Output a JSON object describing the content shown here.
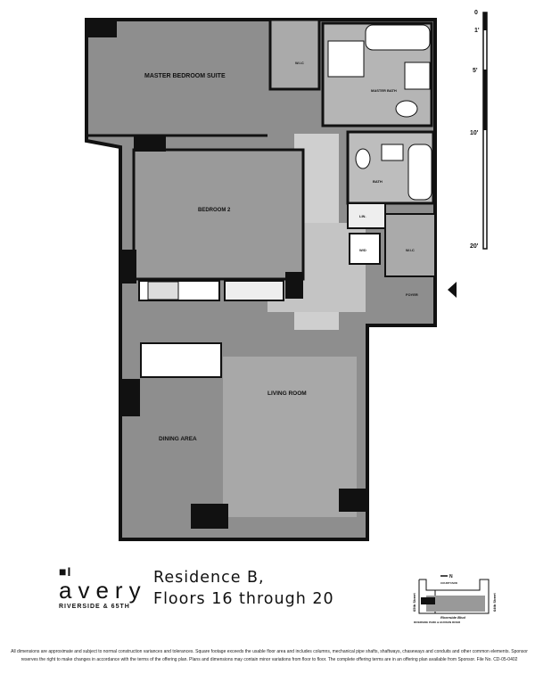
{
  "plan": {
    "rooms": {
      "master_bedroom": "MASTER BEDROOM SUITE",
      "wic_master": "W.I.C",
      "master_bath": "MASTER BATH",
      "bath": "BATH",
      "bedroom2": "BEDROOM 2",
      "linen": "LIN.",
      "washer_dryer": "W/D",
      "wic_foyer": "W.I.C",
      "foyer": "FOYER",
      "living_room": "LIVING ROOM",
      "dining_area": "DINING AREA"
    }
  },
  "scale": {
    "ticks": [
      "0",
      "1'",
      "5'",
      "10'",
      "20'"
    ]
  },
  "branding": {
    "mark": "■I",
    "name": "avery",
    "subtitle": "RIVERSIDE & 65TH"
  },
  "title": {
    "line1": "Residence B,",
    "line2": "Floors 16 through 20"
  },
  "keymap": {
    "north": "N",
    "courtyard": "COURTYARD",
    "left_street": "65th Street",
    "right_street": "64th Street",
    "bottom_street": "Riverside Blvd",
    "park": "RIVERSIDE PARK & HUDSON RIVER"
  },
  "footnote": {
    "line1": "All dimensions are approximate and subject to normal construction variances and tolerances. Square footage exceeds the usable floor area and includes columns, mechanical pipe shafts, shaftways, chaseways and conduits and other common elements. Sponsor",
    "line2": "reserves the right to make changes in accordance with the terms of the offering plan. Plans and dimensions may contain minor variations from floor to floor. The complete offering terms are in an offering plan available from Sponsor. File No. CD-05-0402"
  }
}
